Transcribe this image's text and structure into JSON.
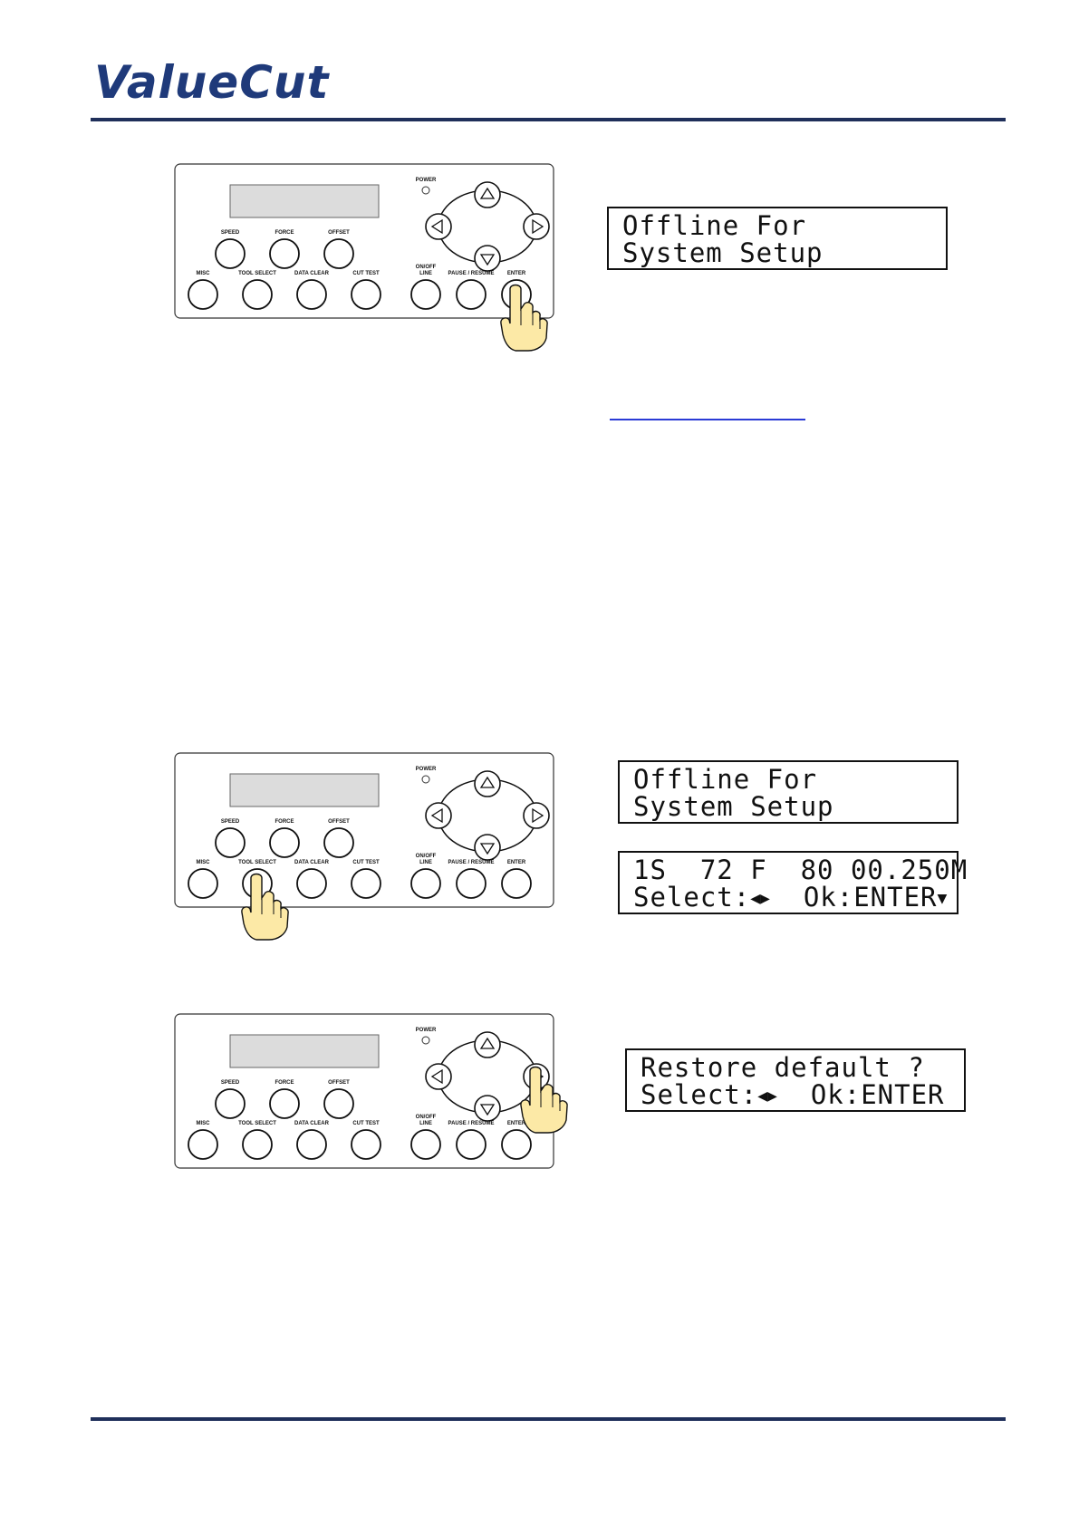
{
  "brand": {
    "logo_text": "ValueCut",
    "color": "#1f3a7a"
  },
  "panel": {
    "labels": {
      "power": "POWER",
      "speed": "SPEED",
      "force": "FORCE",
      "offset": "OFFSET",
      "misc": "MISC",
      "tool_select": "TOOL SELECT",
      "data_clear": "DATA CLEAR",
      "cut_test": "CUT TEST",
      "online_1": "ON/OFF",
      "online_2": "LINE",
      "pause": "PAUSE / RESUME",
      "enter": "ENTER"
    },
    "lcd_color": "#dcdcdc"
  },
  "steps": [
    {
      "pressed_button": "enter"
    },
    {
      "pressed_button": "tool_select"
    },
    {
      "pressed_button": "right-arrow"
    }
  ],
  "displays": {
    "d1": {
      "line1": "Offline For",
      "line2": "System Setup"
    },
    "d2": {
      "line1": "Offline For",
      "line2": "System Setup"
    },
    "d3": {
      "line1": "1S  72 F  80 00.250M",
      "line2_a": "Select:",
      "line2_b": "  Ok:ENTER"
    },
    "d4": {
      "line1": "Restore default ?",
      "line2_a": "Select:",
      "line2_b": "  Ok:ENTER"
    }
  },
  "link": {
    "color": "#2a3bd6"
  }
}
